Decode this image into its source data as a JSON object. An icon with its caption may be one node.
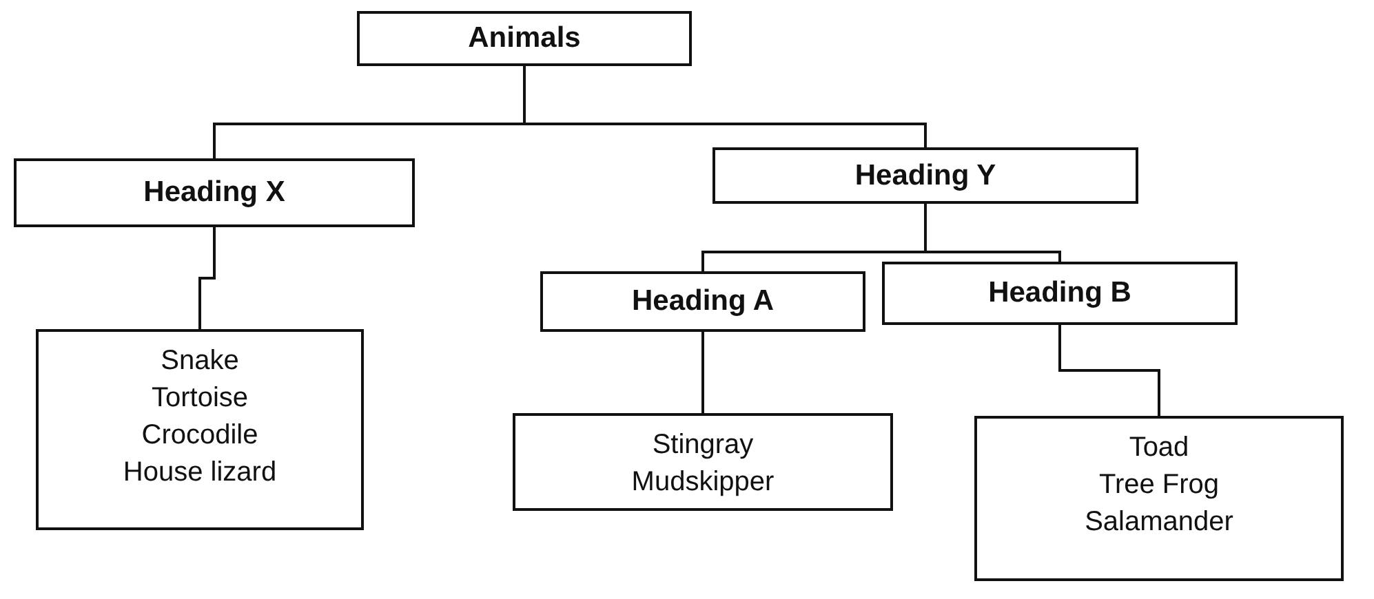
{
  "diagram": {
    "nodes": [
      {
        "text": [
          "Animals"
        ]
      },
      {
        "text": [
          "Heading X"
        ]
      },
      {
        "text": [
          "Heading Y"
        ]
      },
      {
        "text": [
          "Heading A"
        ]
      },
      {
        "text": [
          "Heading B"
        ]
      },
      {
        "text": [
          "Snake",
          "Tortoise",
          "Crocodile",
          "House lizard"
        ]
      },
      {
        "text": [
          "Stingray",
          "Mudskipper"
        ]
      },
      {
        "text": [
          "Toad",
          "Tree Frog",
          "Salamander"
        ]
      }
    ],
    "edges": [
      {
        "from": 0,
        "to": 1,
        "arrow": "none"
      },
      {
        "from": 0,
        "to": 2,
        "arrow": "none"
      },
      {
        "from": 2,
        "to": 3,
        "arrow": "none"
      },
      {
        "from": 2,
        "to": 4,
        "arrow": "none"
      },
      {
        "from": 1,
        "to": 5,
        "arrow": "none"
      },
      {
        "from": 3,
        "to": 6,
        "arrow": "none"
      },
      {
        "from": 4,
        "to": 7,
        "arrow": "none"
      }
    ]
  }
}
